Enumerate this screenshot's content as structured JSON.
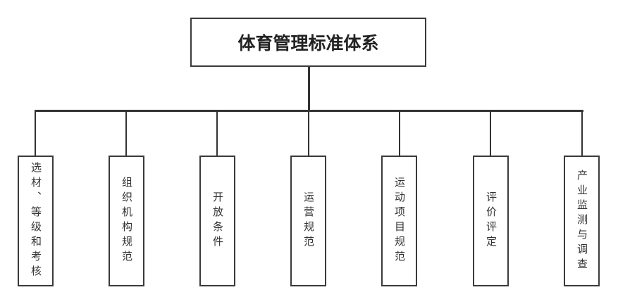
{
  "root": {
    "title": "体育管理标准体系"
  },
  "children": [
    {
      "label": "选材、等级和考核"
    },
    {
      "label": "组织机构规范"
    },
    {
      "label": "开放条件"
    },
    {
      "label": "运营规范"
    },
    {
      "label": "运动项目规范"
    },
    {
      "label": "评价评定"
    },
    {
      "label": "产业监测与调查"
    }
  ]
}
